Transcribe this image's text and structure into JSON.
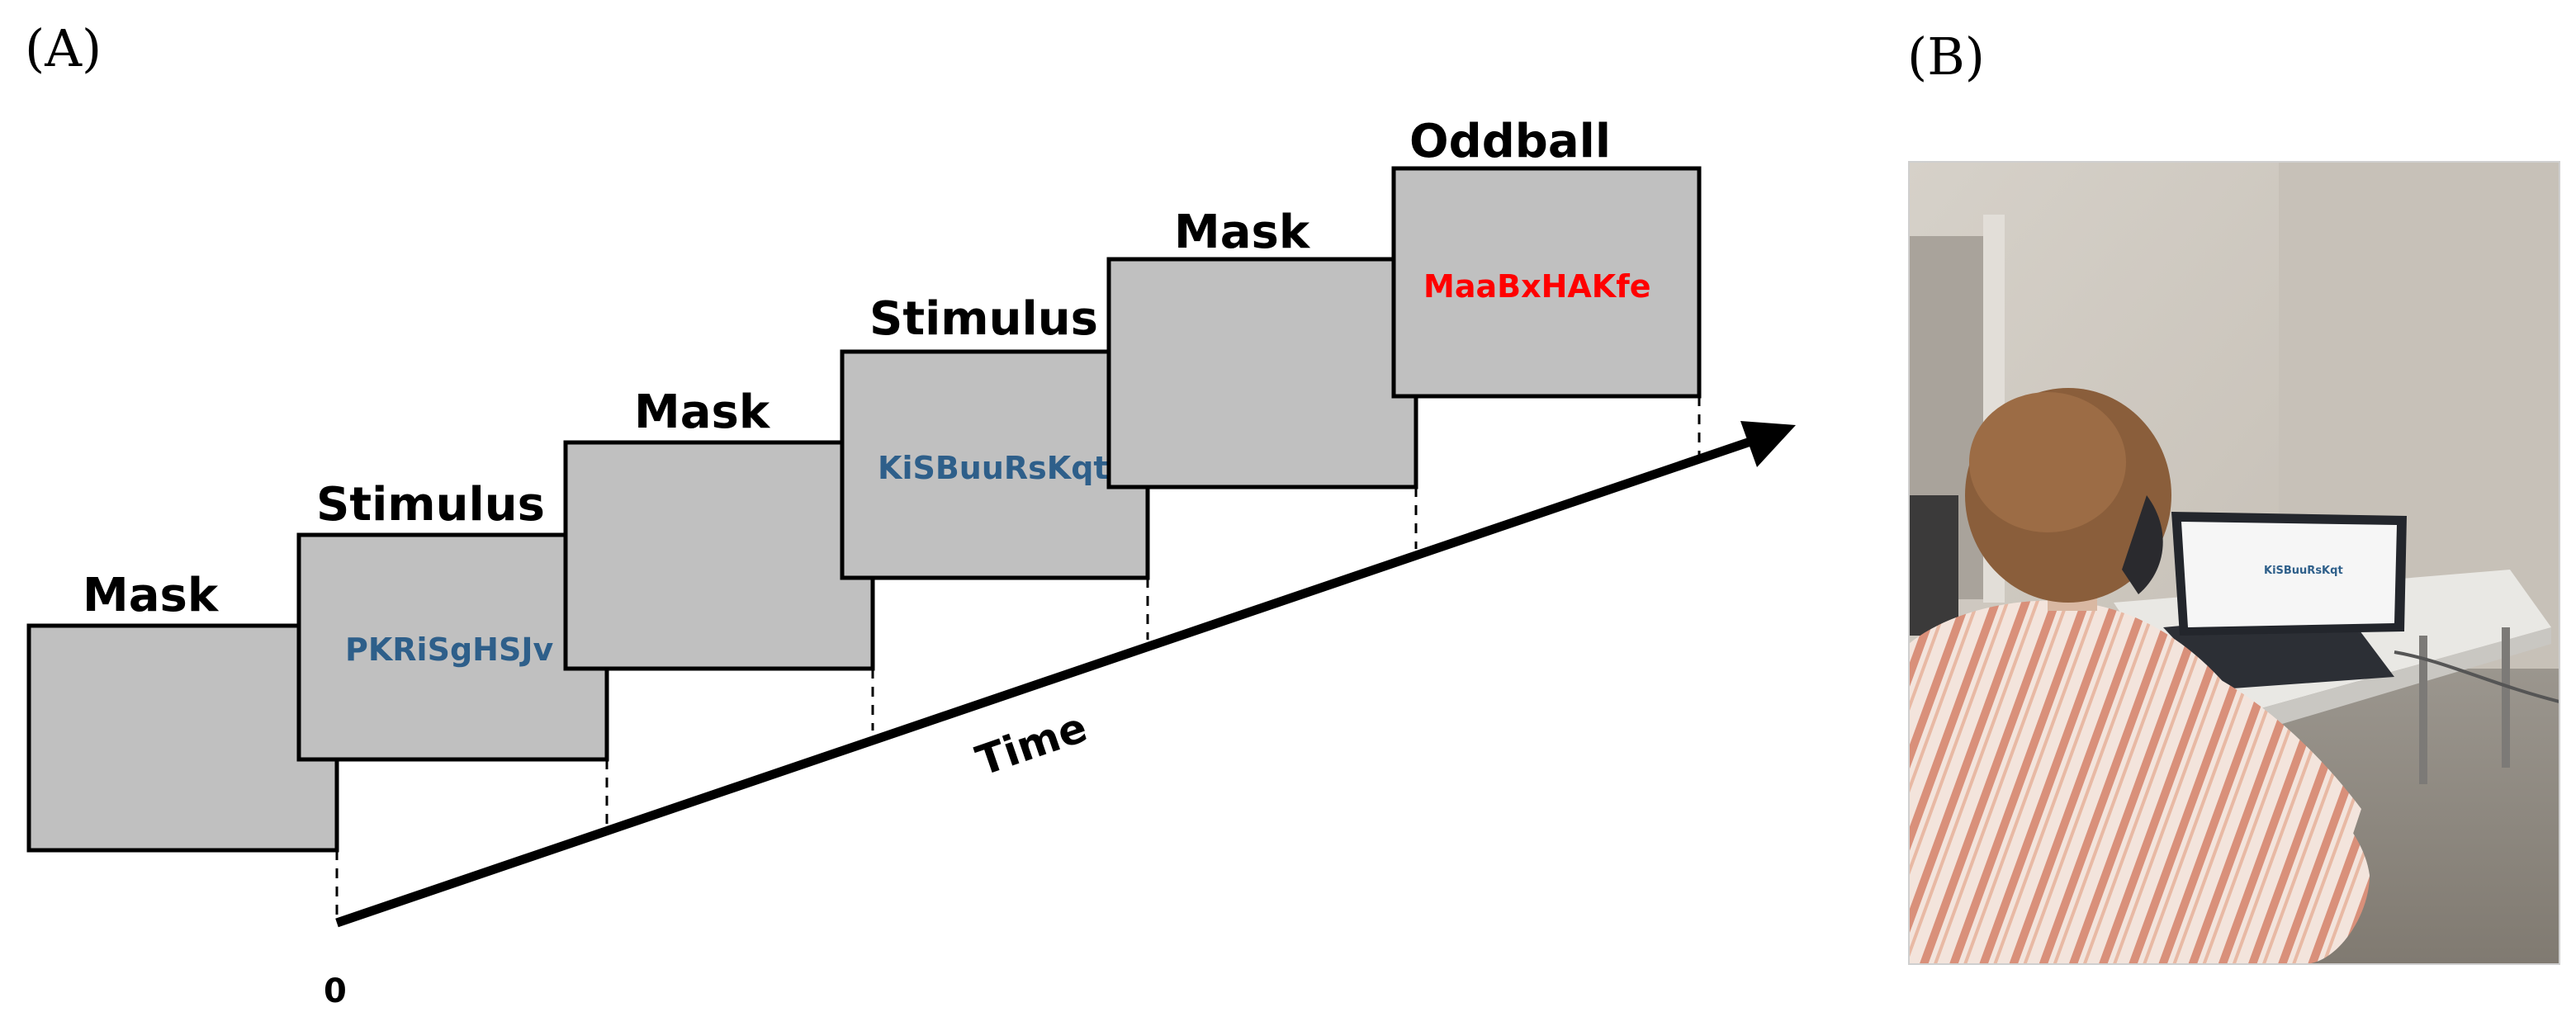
{
  "panel_a": {
    "label": "(A)",
    "frames": [
      {
        "title": "Mask",
        "text": ""
      },
      {
        "title": "Stimulus",
        "text": "PKRiSgHSJv"
      },
      {
        "title": "Mask",
        "text": ""
      },
      {
        "title": "Stimulus",
        "text": "KiSBuuRsKqt"
      },
      {
        "title": "Mask",
        "text": ""
      },
      {
        "title": "Oddball",
        "text": "MaaBxHAKfe"
      }
    ],
    "time_label": "Time",
    "origin_label": "0",
    "colors": {
      "frame_fill": "#c0c0c0",
      "stimulus_text": "#2e5f8a",
      "oddball_text": "#ff0000",
      "arrow": "#000000"
    }
  },
  "panel_b": {
    "label": "(B)",
    "laptop_screen_text": "KiSBuuRsKqt",
    "colors": {
      "wall": "#cbc5bd",
      "desk": "#e9e8e4",
      "shirt_stripe": "#d9907a"
    }
  }
}
